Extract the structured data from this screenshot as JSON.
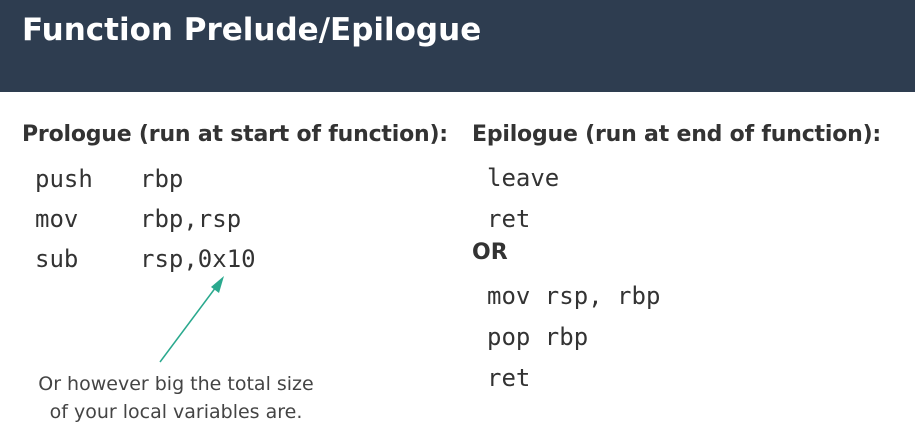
{
  "header": {
    "title": "Function Prelude/Epilogue"
  },
  "prologue": {
    "heading": "Prologue (run at start of function):",
    "instructions": [
      {
        "op": "push",
        "args": "rbp"
      },
      {
        "op": "mov",
        "args": "rbp,rsp"
      },
      {
        "op": "sub",
        "args": "rsp,0x10"
      }
    ],
    "annotation": [
      "Or however big the total size",
      "of your local variables are."
    ]
  },
  "epilogue": {
    "heading": "Epilogue (run at end of function):",
    "option_a": [
      "leave",
      "ret"
    ],
    "or_label": "OR",
    "option_b": [
      "mov rsp, rbp",
      "pop rbp",
      "ret"
    ]
  },
  "colors": {
    "header_bg": "#2e3d50",
    "arrow": "#2aa98e"
  }
}
